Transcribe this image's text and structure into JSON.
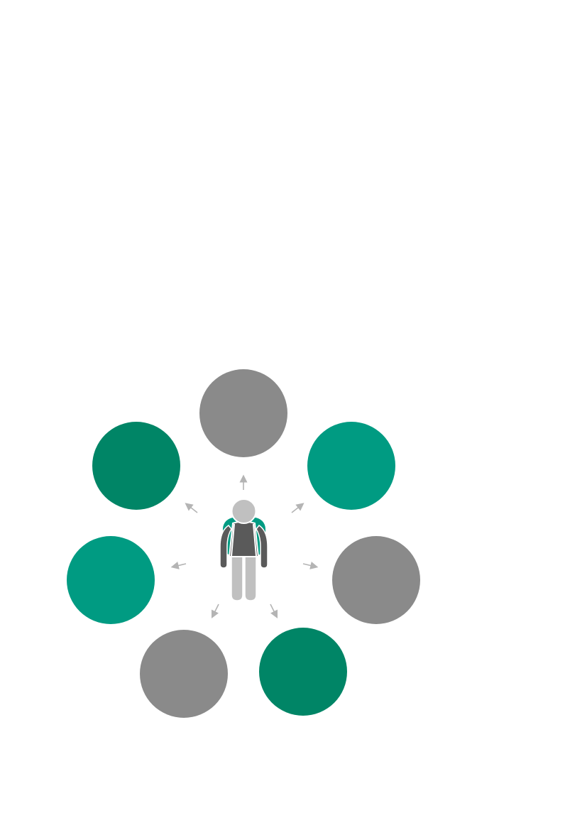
{
  "diagram": {
    "type": "radial-hub",
    "center": {
      "icon": "backpacker-person-icon"
    },
    "nodes": [
      {
        "id": "top",
        "color": "#8a8a8a"
      },
      {
        "id": "upper-right",
        "color": "#009b82"
      },
      {
        "id": "right",
        "color": "#8a8a8a"
      },
      {
        "id": "lower-right",
        "color": "#008566"
      },
      {
        "id": "lower-left",
        "color": "#8a8a8a"
      },
      {
        "id": "left",
        "color": "#009b82"
      },
      {
        "id": "upper-left",
        "color": "#008566"
      }
    ],
    "colors": {
      "background": "#ffffff",
      "arrow": "#b4b4b4",
      "person_head": "#c0c0c0",
      "person_torso": "#5a5a5a",
      "person_legs": "#c0c0c0",
      "person_backpack": "#009b82",
      "person_outline": "#ffffff"
    }
  }
}
